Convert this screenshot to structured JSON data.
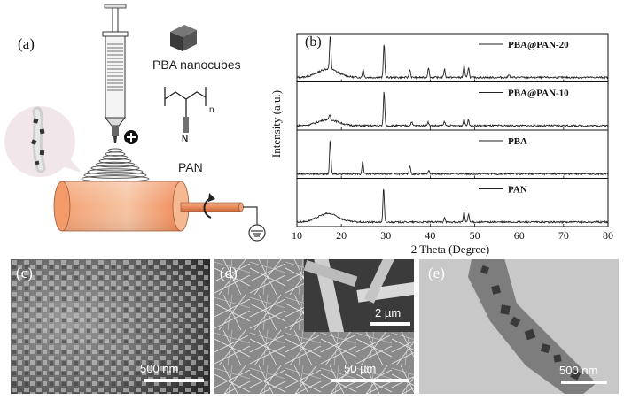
{
  "panel_a": {
    "label": "(a)",
    "pba_label": "PBA nanocubes",
    "pan_label": "PAN",
    "polymer_n": "n",
    "polymer_N": "N",
    "plus_sign": "+"
  },
  "panel_b": {
    "label": "(b)",
    "ylabel": "Intensity (a.u.)",
    "xlabel": "2 Theta (Degree)",
    "xticks": [
      "10",
      "20",
      "30",
      "40",
      "50",
      "60",
      "70",
      "80"
    ]
  },
  "chart_data": {
    "type": "line",
    "xlabel": "2 Theta (Degree)",
    "ylabel": "Intensity (a.u.)",
    "xlim": [
      10,
      80
    ],
    "grid": false,
    "legend": "in-panel labels (top-right of each stacked trace)",
    "series": [
      {
        "name": "PBA@PAN-20",
        "peaks": [
          [
            17.5,
            1.0
          ],
          [
            24.9,
            0.25
          ],
          [
            29.6,
            1.0
          ],
          [
            35.4,
            0.25
          ],
          [
            39.6,
            0.3
          ],
          [
            43.2,
            0.25
          ],
          [
            47.6,
            0.35
          ],
          [
            48.6,
            0.3
          ],
          [
            57.7,
            0.1
          ]
        ],
        "halo": [
          17,
          0.25
        ]
      },
      {
        "name": "PBA@PAN-10",
        "peaks": [
          [
            17.4,
            0.15
          ],
          [
            29.6,
            1.0
          ],
          [
            35.8,
            0.12
          ],
          [
            39.5,
            0.12
          ],
          [
            43.2,
            0.12
          ],
          [
            47.6,
            0.2
          ],
          [
            48.6,
            0.18
          ]
        ],
        "halo": [
          17,
          0.18
        ]
      },
      {
        "name": "PBA",
        "peaks": [
          [
            17.5,
            1.0
          ],
          [
            24.8,
            0.38
          ],
          [
            35.4,
            0.25
          ],
          [
            39.7,
            0.08
          ]
        ],
        "halo": [
          17,
          0.0
        ]
      },
      {
        "name": "PAN",
        "peaks": [
          [
            29.5,
            1.0
          ],
          [
            43.2,
            0.15
          ],
          [
            47.6,
            0.3
          ],
          [
            48.6,
            0.22
          ]
        ],
        "halo": [
          17,
          0.25
        ]
      }
    ]
  },
  "panel_c": {
    "label": "(c)",
    "scale": "500 nm"
  },
  "panel_d": {
    "label": "(d)",
    "scale": "50 µm",
    "inset_scale": "2 µm"
  },
  "panel_e": {
    "label": "(e)",
    "scale": "500 nm"
  }
}
